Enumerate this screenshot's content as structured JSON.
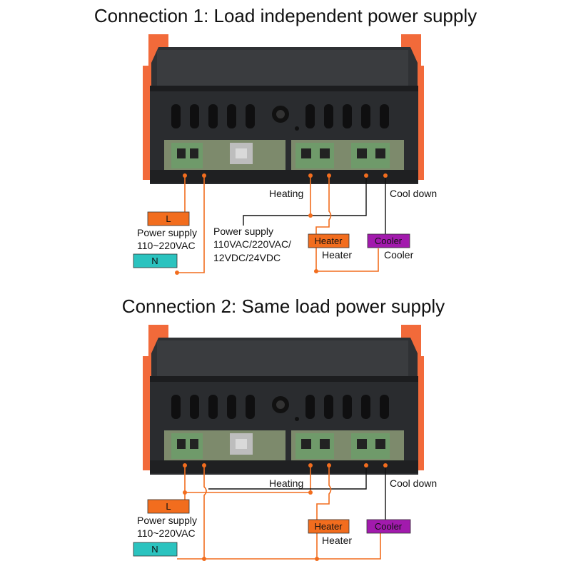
{
  "colors": {
    "orange": "#f26d1e",
    "teal": "#2bc3bf",
    "purple": "#a21aad",
    "body": "#2a2c2f",
    "terminal": "#6f9a6a",
    "bracket": "#f26a3a"
  },
  "connection1": {
    "title": "Connection 1: Load independent power supply",
    "label_L": "L",
    "label_N": "N",
    "power_supply_left": [
      "Power supply",
      "110~220VAC"
    ],
    "power_supply_mid": [
      "Power supply",
      "110VAC/220VAC/",
      "12VDC/24VDC"
    ],
    "heating": "Heating",
    "cool_down": "Cool down",
    "heater_tag": "Heater",
    "heater_text": "Heater",
    "cooler_tag": "Cooler",
    "cooler_text": "Cooler"
  },
  "connection2": {
    "title": "Connection 2: Same load power supply",
    "label_L": "L",
    "label_N": "N",
    "power_supply_left": [
      "Power supply",
      "110~220VAC"
    ],
    "heating": "Heating",
    "cool_down": "Cool down",
    "heater_tag": "Heater",
    "heater_text": "Heater",
    "cooler_tag": "Cooler"
  }
}
